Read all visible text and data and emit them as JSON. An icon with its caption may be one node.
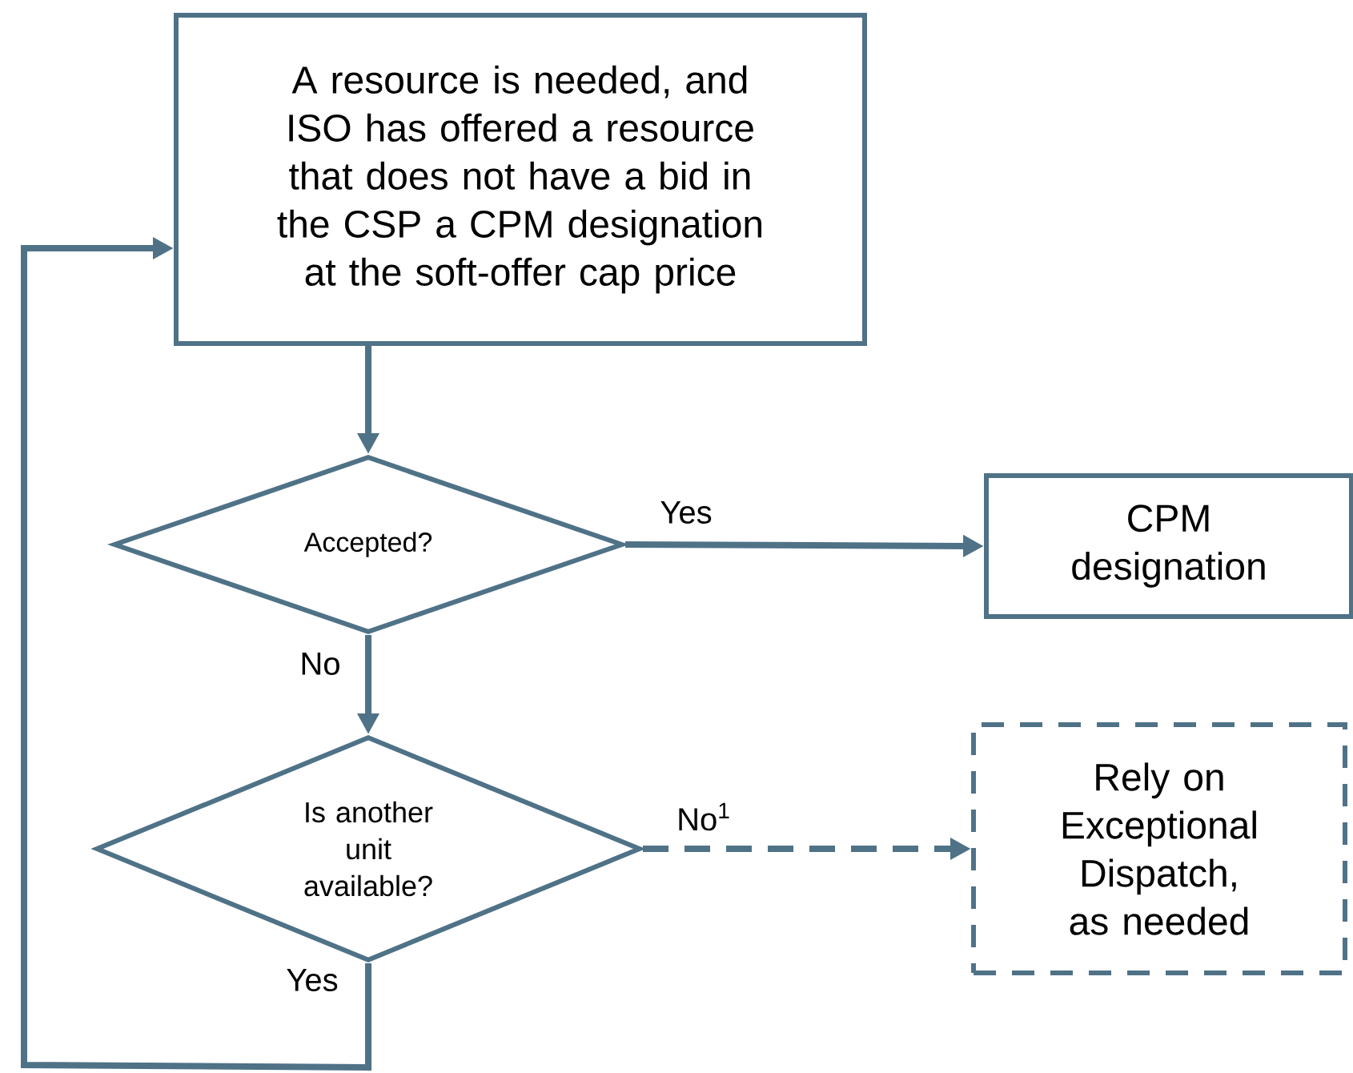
{
  "diagram": {
    "nodes": [
      {
        "text": [
          "A resource is needed, and ISO has offered a resource that does not have a bid in the CSP a CPM designation at the soft-offer cap price"
        ]
      },
      {
        "text": [
          "Accepted?"
        ]
      },
      {
        "text": [
          "CPM designation"
        ]
      },
      {
        "text": [
          "Is another unit available?"
        ]
      },
      {
        "text": [
          "Rely on Exceptional Dispatch, as needed"
        ]
      }
    ],
    "edges": [
      {
        "from": 0,
        "to": 1,
        "arrow": "to"
      },
      {
        "from": 1,
        "to": 2,
        "arrow": "to",
        "label": "Yes"
      },
      {
        "from": 1,
        "to": 3,
        "arrow": "to",
        "label": "No"
      },
      {
        "from": 3,
        "to": 4,
        "arrow": "to",
        "label": "No$^{1}$",
        "style": "dashed"
      },
      {
        "from": 3,
        "to": 0,
        "arrow": "to",
        "label": "Yes"
      }
    ]
  }
}
